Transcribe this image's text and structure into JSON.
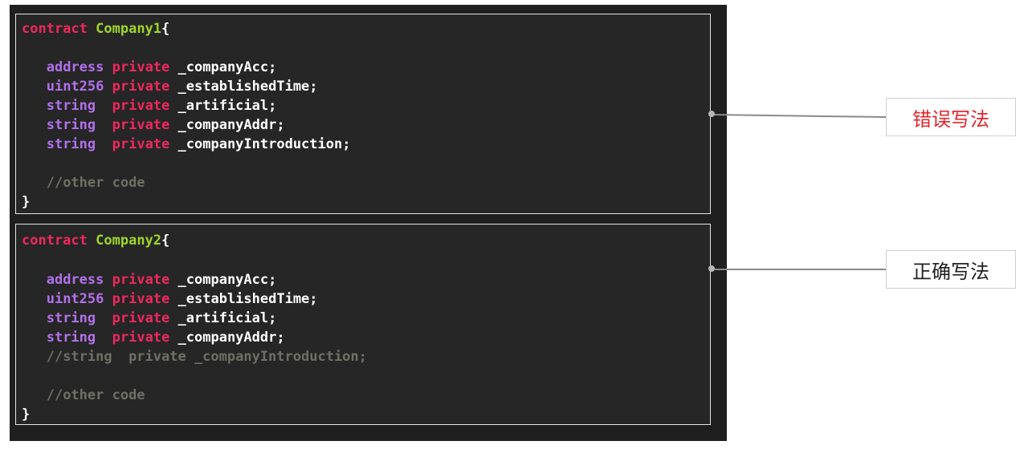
{
  "labels": {
    "wrong": "错误写法",
    "right": "正确写法"
  },
  "colors": {
    "contract_keyword": "#f0285f",
    "contract_name": "#9ed629",
    "type_keyword": "#b271ec",
    "modifier": "#f0285f",
    "identifier": "#ffffff",
    "comment": "#6f6f66",
    "code_background": "#262626",
    "wrong_label": "#e3262c"
  },
  "code_block_1": {
    "keyword": "contract",
    "name": "Company1",
    "open": "{",
    "fields": [
      {
        "type": "address",
        "modifier": "private",
        "name": "_companyAcc;"
      },
      {
        "type": "uint256",
        "modifier": "private",
        "name": "_establishedTime;"
      },
      {
        "type": "string",
        "modifier": "private",
        "name": "_artificial;"
      },
      {
        "type": "string",
        "modifier": "private",
        "name": "_companyAddr;"
      },
      {
        "type": "string",
        "modifier": "private",
        "name": "_companyIntroduction;"
      }
    ],
    "comment": "//other code",
    "close": "}"
  },
  "code_block_2": {
    "keyword": "contract",
    "name": "Company2",
    "open": "{",
    "fields": [
      {
        "type": "address",
        "modifier": "private",
        "name": "_companyAcc;"
      },
      {
        "type": "uint256",
        "modifier": "private",
        "name": "_establishedTime;"
      },
      {
        "type": "string",
        "modifier": "private",
        "name": "_artificial;"
      },
      {
        "type": "string",
        "modifier": "private",
        "name": "_companyAddr;"
      }
    ],
    "commented_field": "//string  private _companyIntroduction;",
    "comment": "//other code",
    "close": "}"
  }
}
